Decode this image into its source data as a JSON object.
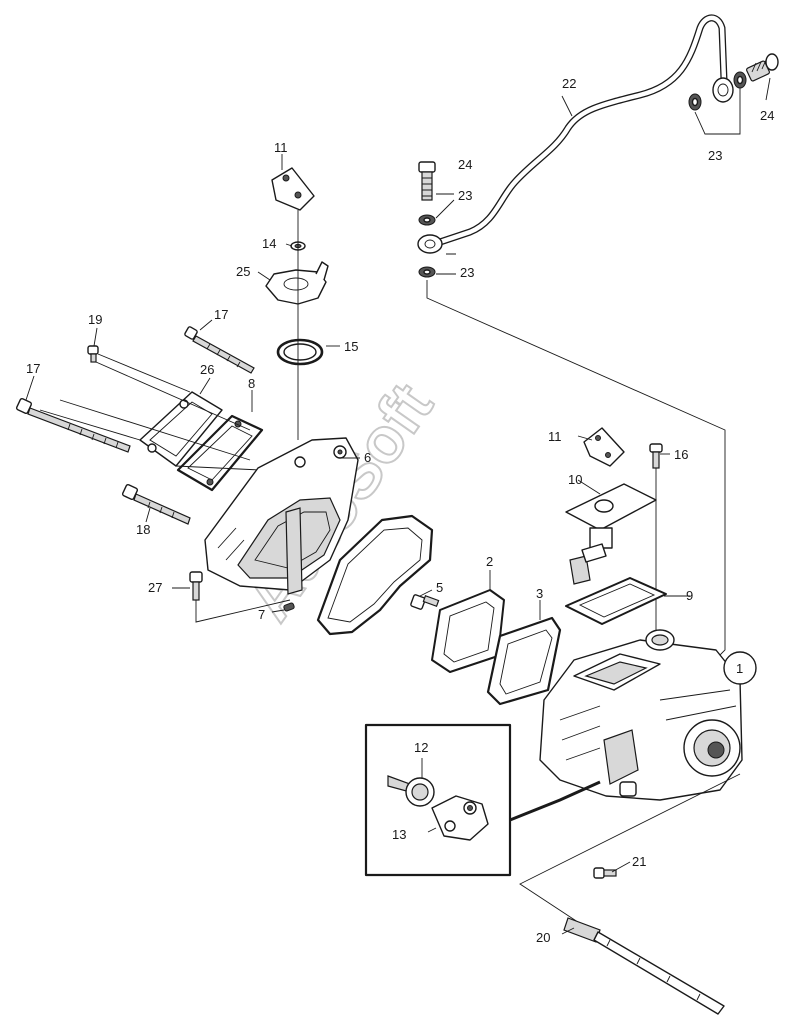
{
  "watermark": "AutoSoft",
  "callouts": {
    "c1": "1",
    "c2": "2",
    "c3": "3",
    "c5": "5",
    "c6": "6",
    "c7": "7",
    "c8": "8",
    "c9": "9",
    "c10": "10",
    "c11_top": "11",
    "c11_right": "11",
    "c12": "12",
    "c13": "13",
    "c14": "14",
    "c15": "15",
    "c16": "16",
    "c17_top": "17",
    "c17_left": "17",
    "c18": "18",
    "c19": "19",
    "c20": "20",
    "c21": "21",
    "c22": "22",
    "c23_top": "23",
    "c23_mid": "23",
    "c23_low": "23",
    "c24_top": "24",
    "c24_mid": "24",
    "c25": "25",
    "c26": "26",
    "c27": "27"
  }
}
